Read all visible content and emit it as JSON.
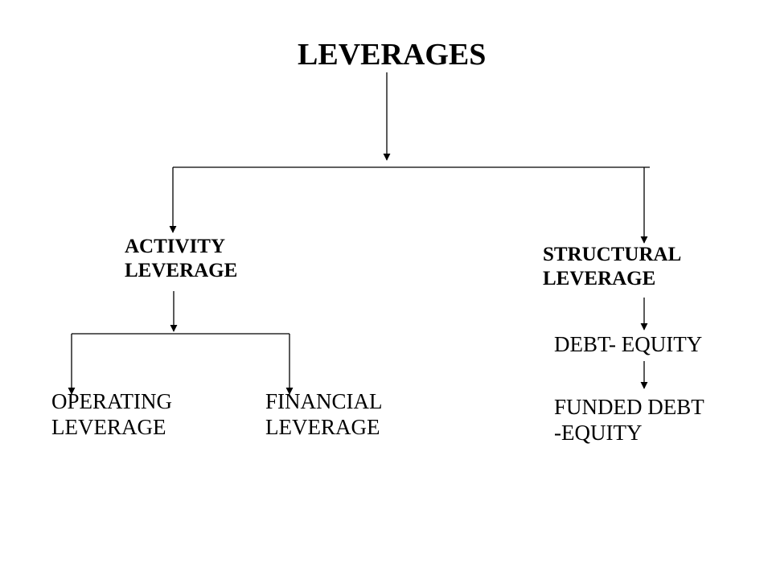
{
  "diagram": {
    "title": "LEVERAGES",
    "activity": {
      "line1": "ACTIVITY",
      "line2": "LEVERAGE"
    },
    "structural": {
      "line1": "STRUCTURAL",
      "line2": "LEVERAGE"
    },
    "operating": {
      "line1": "OPERATING",
      "line2": "LEVERAGE"
    },
    "financial": {
      "line1": "FINANCIAL",
      "line2": "LEVERAGE"
    },
    "debt_equity": {
      "line1": "DEBT- EQUITY"
    },
    "funded_debt_equity": {
      "line1": "FUNDED DEBT",
      "line2": "-EQUITY"
    }
  },
  "colors": {
    "background": "#ffffff",
    "text": "#000000",
    "line": "#000000"
  }
}
